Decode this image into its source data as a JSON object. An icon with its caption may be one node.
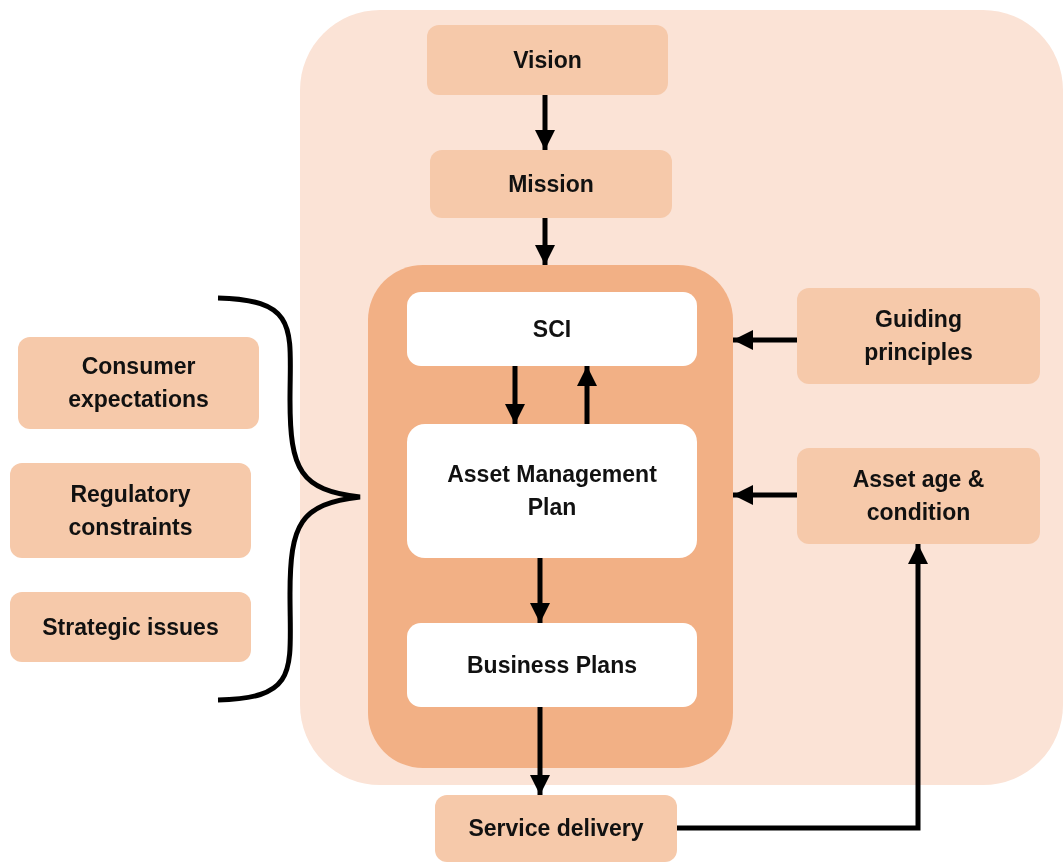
{
  "diagram": {
    "nodes": [
      {
        "text": [],
        "shape": "box"
      },
      {
        "text": [
          "Vision"
        ],
        "in": 0
      },
      {
        "text": [
          "Mission"
        ],
        "in": 0
      },
      {
        "text": [],
        "shape": "box",
        "in": 0
      },
      {
        "text": [
          "SCI"
        ],
        "in": 3
      },
      {
        "text": [
          "Asset Management Plan"
        ],
        "in": 3
      },
      {
        "text": [
          "Business Plans"
        ],
        "in": 3
      },
      {
        "text": [
          "Guiding principles"
        ],
        "in": 0
      },
      {
        "text": [
          "Asset age & condition"
        ],
        "in": 0
      },
      {
        "text": [
          "Consumer expectations"
        ]
      },
      {
        "text": [
          "Regulatory constraints"
        ]
      },
      {
        "text": [
          "Strategic issues"
        ]
      },
      {
        "text": [
          "Service delivery"
        ]
      }
    ],
    "edges": [
      {
        "from": 1,
        "to": 2,
        "arrow": "to"
      },
      {
        "from": 2,
        "to": 3,
        "arrow": "to"
      },
      {
        "from": 4,
        "to": 5,
        "arrow": "to"
      },
      {
        "from": 5,
        "to": 4,
        "arrow": "to"
      },
      {
        "from": 5,
        "to": 6,
        "arrow": "to"
      },
      {
        "from": 7,
        "to": 3,
        "arrow": "to"
      },
      {
        "from": 8,
        "to": 3,
        "arrow": "to"
      },
      {
        "from": 6,
        "to": 12,
        "arrow": "to"
      },
      {
        "from": 12,
        "to": 8,
        "arrow": "to"
      }
    ]
  }
}
